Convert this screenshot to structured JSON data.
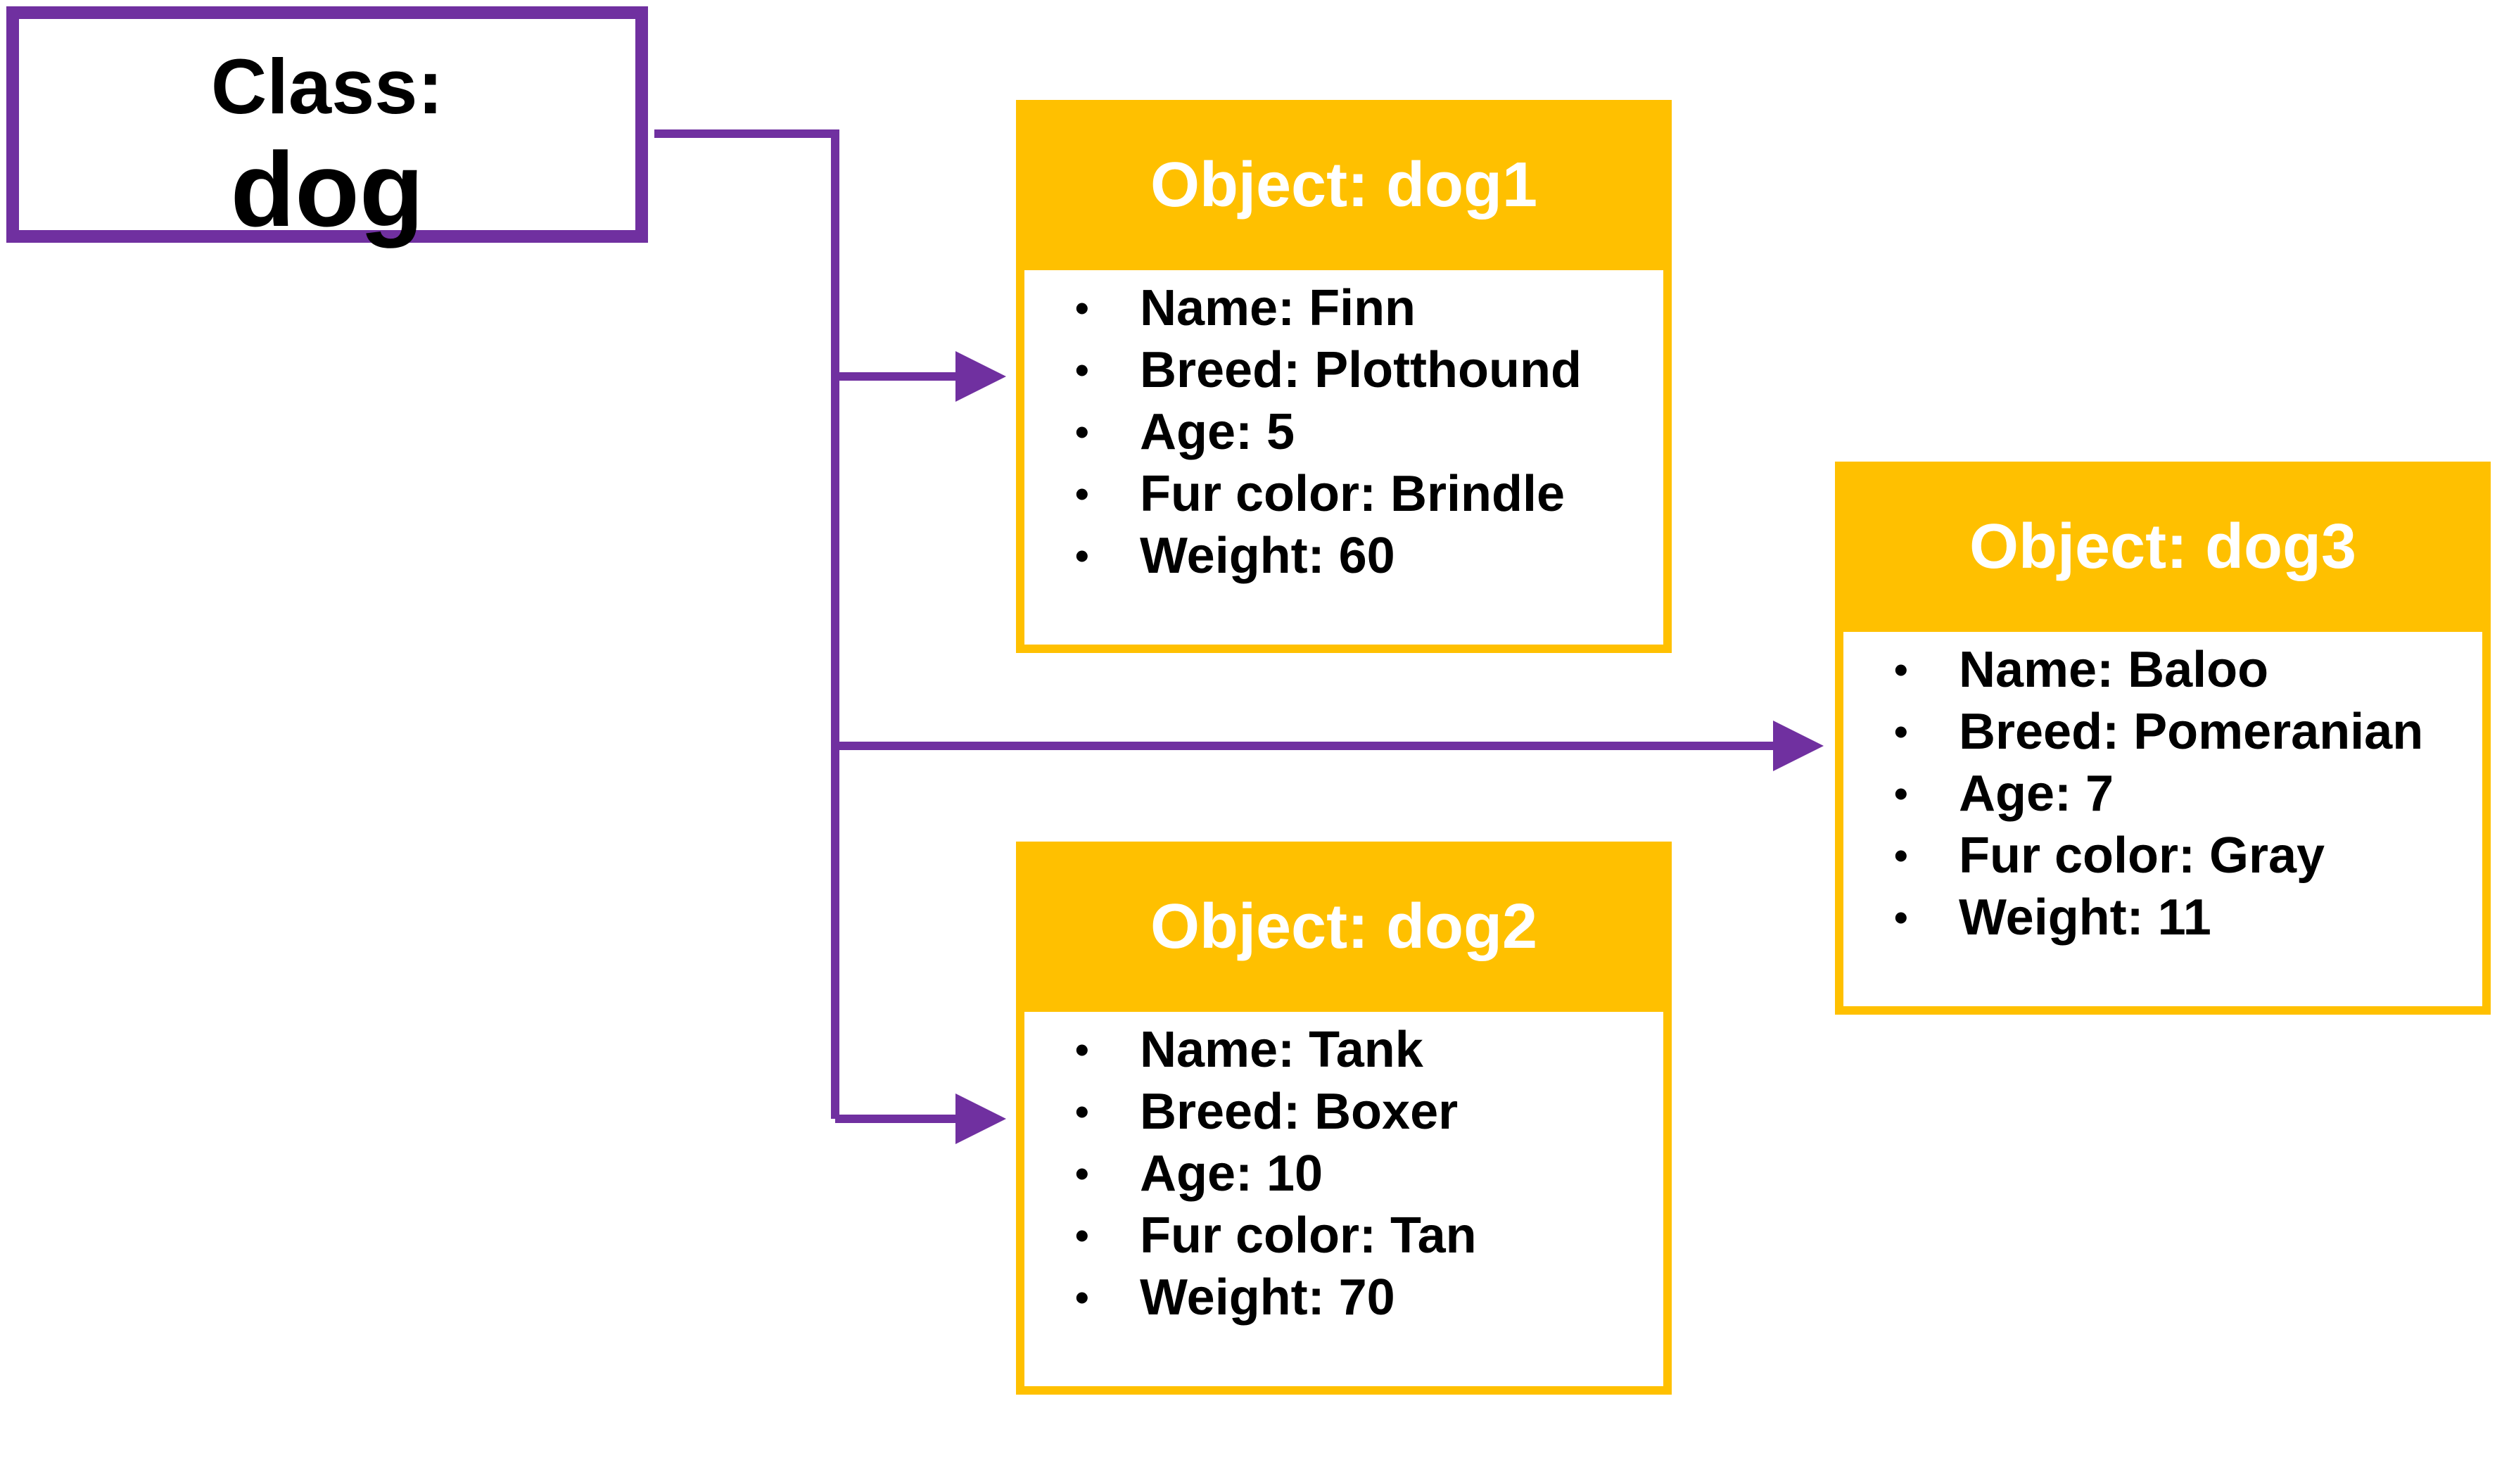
{
  "class_box": {
    "label": "Class:",
    "name": "dog"
  },
  "objects": [
    {
      "title": "Object: dog1",
      "attributes": [
        "Name: Finn",
        "Breed: Plotthound",
        "Age: 5",
        "Fur color: Brindle",
        "Weight: 60"
      ]
    },
    {
      "title": "Object: dog2",
      "attributes": [
        "Name: Tank",
        "Breed: Boxer",
        "Age: 10",
        "Fur color: Tan",
        "Weight: 70"
      ]
    },
    {
      "title": "Object: dog3",
      "attributes": [
        "Name: Baloo",
        "Breed: Pomeranian",
        "Age: 7",
        "Fur color: Gray",
        "Weight: 11"
      ]
    }
  ],
  "bullet_glyph": "•",
  "colors": {
    "class_border": "#7030A0",
    "connector": "#7030A0",
    "object_accent": "#FFC000",
    "object_title_text": "#FFFFFF"
  }
}
